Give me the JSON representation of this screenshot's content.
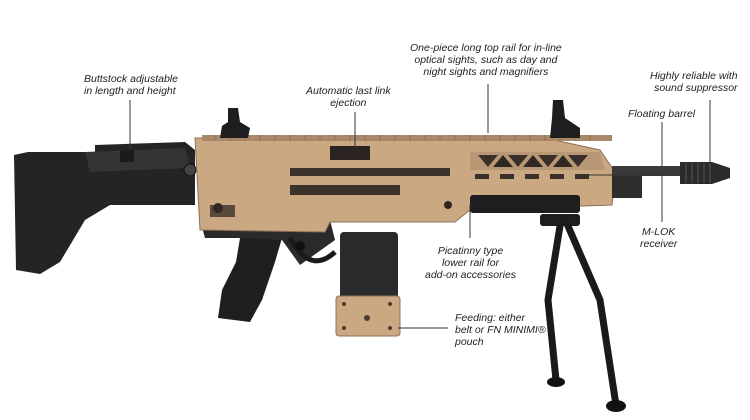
{
  "callouts": {
    "buttstock": [
      "Buttstock adjustable",
      "in length and height"
    ],
    "ejection": [
      "Automatic last link",
      "ejection"
    ],
    "top_rail": [
      "One-piece long top rail for in-line",
      "optical sights, such as day and",
      "night sights and magnifiers"
    ],
    "suppressor": [
      "Highly reliable with",
      "sound suppressor"
    ],
    "barrel": [
      "Floating barrel"
    ],
    "mlok": [
      "M-LOK",
      "receiver"
    ],
    "lower_rail": [
      "Picatinny type",
      "lower rail for",
      "add-on accessories"
    ],
    "feeding": [
      "Feeding: either",
      "belt or FN MINIMI®",
      "pouch"
    ]
  },
  "colors": {
    "tan": "#c9a882",
    "tan_dark": "#a9886a",
    "polymer": "#2a2a2c",
    "metal": "#3a3a3a"
  }
}
